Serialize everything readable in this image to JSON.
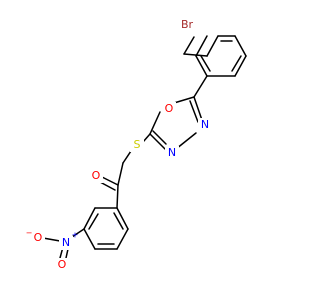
{
  "molecule": {
    "colors": {
      "bond": "#000000",
      "bromine": "#a52a2a",
      "oxygen": "#ff0000",
      "nitrogen": "#0000ff",
      "sulfur": "#cccc00"
    },
    "labels": {
      "br": "Br",
      "ring_o": "O",
      "n_top": "N",
      "n_bottom": "N",
      "s": "S",
      "carbonyl_o": "O",
      "nitro_n": "N",
      "nitro_n_charge": "+",
      "nitro_o_left": "O",
      "nitro_o_charge": "−",
      "nitro_o_bottom": "O"
    }
  }
}
